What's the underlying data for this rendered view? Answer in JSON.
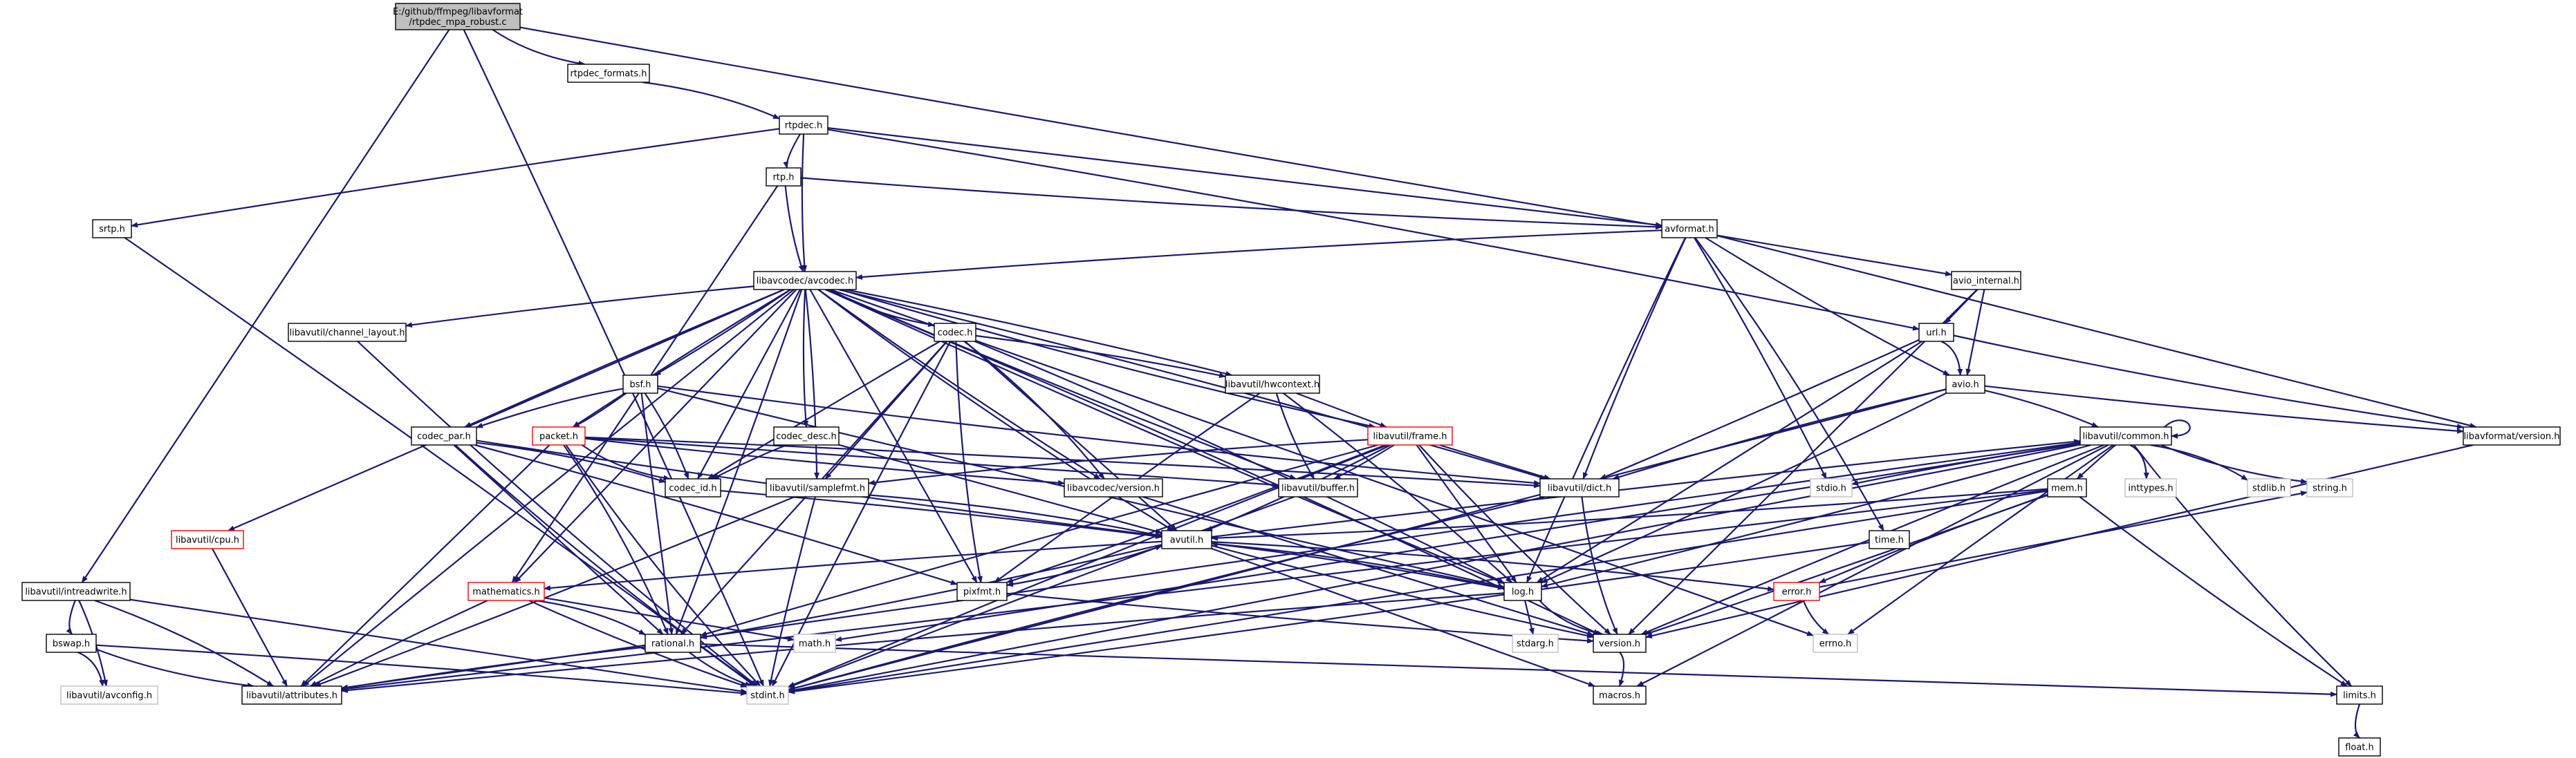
{
  "title": "",
  "colors": {
    "edge": "#191970",
    "node_border_normal": "#000000",
    "node_border_truncated": "#ff0000",
    "node_border_external": "#bfbfbf",
    "root_fill": "#bfbfbf",
    "node_fill": "#ffffff"
  },
  "nodes": [
    {
      "id": "root",
      "label": [
        "E:/github/ffmpeg/libavformat",
        "/rtpdec_mpa_robust.c"
      ],
      "kind": "root"
    },
    {
      "id": "rtpdec_formats",
      "label": [
        "rtpdec_formats.h"
      ],
      "kind": "normal"
    },
    {
      "id": "rtpdec",
      "label": [
        "rtpdec.h"
      ],
      "kind": "normal"
    },
    {
      "id": "rtp",
      "label": [
        "rtp.h"
      ],
      "kind": "normal"
    },
    {
      "id": "srtp",
      "label": [
        "srtp.h"
      ],
      "kind": "normal"
    },
    {
      "id": "avformat",
      "label": [
        "avformat.h"
      ],
      "kind": "normal"
    },
    {
      "id": "avio_internal",
      "label": [
        "avio_internal.h"
      ],
      "kind": "normal"
    },
    {
      "id": "avcodec",
      "label": [
        "libavcodec/avcodec.h"
      ],
      "kind": "normal"
    },
    {
      "id": "channel_layout",
      "label": [
        "libavutil/channel_layout.h"
      ],
      "kind": "normal"
    },
    {
      "id": "codec",
      "label": [
        "codec.h"
      ],
      "kind": "normal"
    },
    {
      "id": "bsf",
      "label": [
        "bsf.h"
      ],
      "kind": "normal"
    },
    {
      "id": "hwcontext",
      "label": [
        "libavutil/hwcontext.h"
      ],
      "kind": "normal"
    },
    {
      "id": "url",
      "label": [
        "url.h"
      ],
      "kind": "normal"
    },
    {
      "id": "avio",
      "label": [
        "avio.h"
      ],
      "kind": "normal"
    },
    {
      "id": "codec_par",
      "label": [
        "codec_par.h"
      ],
      "kind": "normal"
    },
    {
      "id": "packet",
      "label": [
        "packet.h"
      ],
      "kind": "truncated"
    },
    {
      "id": "codec_desc",
      "label": [
        "codec_desc.h"
      ],
      "kind": "normal"
    },
    {
      "id": "frame",
      "label": [
        "libavutil/frame.h"
      ],
      "kind": "truncated"
    },
    {
      "id": "common",
      "label": [
        "libavutil/common.h"
      ],
      "kind": "normal"
    },
    {
      "id": "lavf_version",
      "label": [
        "libavformat/version.h"
      ],
      "kind": "normal"
    },
    {
      "id": "codec_id",
      "label": [
        "codec_id.h"
      ],
      "kind": "normal"
    },
    {
      "id": "samplefmt",
      "label": [
        "libavutil/samplefmt.h"
      ],
      "kind": "normal"
    },
    {
      "id": "lavc_version",
      "label": [
        "libavcodec/version.h"
      ],
      "kind": "normal"
    },
    {
      "id": "buffer",
      "label": [
        "libavutil/buffer.h"
      ],
      "kind": "normal"
    },
    {
      "id": "dict",
      "label": [
        "libavutil/dict.h"
      ],
      "kind": "normal"
    },
    {
      "id": "stdio",
      "label": [
        "stdio.h"
      ],
      "kind": "external"
    },
    {
      "id": "mem",
      "label": [
        "mem.h"
      ],
      "kind": "normal"
    },
    {
      "id": "inttypes",
      "label": [
        "inttypes.h"
      ],
      "kind": "external"
    },
    {
      "id": "stdlib",
      "label": [
        "stdlib.h"
      ],
      "kind": "external"
    },
    {
      "id": "string",
      "label": [
        "string.h"
      ],
      "kind": "external"
    },
    {
      "id": "cpu",
      "label": [
        "libavutil/cpu.h"
      ],
      "kind": "truncated"
    },
    {
      "id": "avutil",
      "label": [
        "avutil.h"
      ],
      "kind": "normal"
    },
    {
      "id": "time",
      "label": [
        "time.h"
      ],
      "kind": "normal"
    },
    {
      "id": "intreadwrite",
      "label": [
        "libavutil/intreadwrite.h"
      ],
      "kind": "normal"
    },
    {
      "id": "mathematics",
      "label": [
        "mathematics.h"
      ],
      "kind": "truncated"
    },
    {
      "id": "pixfmt",
      "label": [
        "pixfmt.h"
      ],
      "kind": "normal"
    },
    {
      "id": "log",
      "label": [
        "log.h"
      ],
      "kind": "normal"
    },
    {
      "id": "error",
      "label": [
        "error.h"
      ],
      "kind": "truncated"
    },
    {
      "id": "bswap",
      "label": [
        "bswap.h"
      ],
      "kind": "normal"
    },
    {
      "id": "rational",
      "label": [
        "rational.h"
      ],
      "kind": "normal"
    },
    {
      "id": "math",
      "label": [
        "math.h"
      ],
      "kind": "external"
    },
    {
      "id": "stdarg",
      "label": [
        "stdarg.h"
      ],
      "kind": "external"
    },
    {
      "id": "version",
      "label": [
        "version.h"
      ],
      "kind": "normal"
    },
    {
      "id": "errno",
      "label": [
        "errno.h"
      ],
      "kind": "external"
    },
    {
      "id": "avconfig",
      "label": [
        "libavutil/avconfig.h"
      ],
      "kind": "external"
    },
    {
      "id": "attributes",
      "label": [
        "libavutil/attributes.h"
      ],
      "kind": "normal"
    },
    {
      "id": "stdint",
      "label": [
        "stdint.h"
      ],
      "kind": "external"
    },
    {
      "id": "macros",
      "label": [
        "macros.h"
      ],
      "kind": "normal"
    },
    {
      "id": "limits",
      "label": [
        "limits.h"
      ],
      "kind": "normal"
    },
    {
      "id": "float",
      "label": [
        "float.h"
      ],
      "kind": "normal"
    }
  ],
  "edges": [
    [
      "root",
      "rtpdec_formats"
    ],
    [
      "root",
      "avio_internal"
    ],
    [
      "root",
      "intreadwrite"
    ],
    [
      "root",
      "stdint"
    ],
    [
      "rtpdec_formats",
      "rtpdec"
    ],
    [
      "rtpdec",
      "rtp"
    ],
    [
      "rtpdec",
      "avcodec"
    ],
    [
      "rtpdec",
      "avformat"
    ],
    [
      "rtpdec",
      "srtp"
    ],
    [
      "rtpdec",
      "url"
    ],
    [
      "rtp",
      "avformat"
    ],
    [
      "rtp",
      "avcodec"
    ],
    [
      "rtp",
      "mathematics"
    ],
    [
      "srtp",
      "stdint"
    ],
    [
      "avformat",
      "avcodec"
    ],
    [
      "avformat",
      "dict"
    ],
    [
      "avformat",
      "avio"
    ],
    [
      "avformat",
      "lavf_version"
    ],
    [
      "avformat",
      "stdio"
    ],
    [
      "avformat",
      "time"
    ],
    [
      "avformat",
      "log"
    ],
    [
      "avio_internal",
      "url"
    ],
    [
      "avio_internal",
      "avio"
    ],
    [
      "avio_internal",
      "version"
    ],
    [
      "url",
      "avio"
    ],
    [
      "url",
      "lavf_version"
    ],
    [
      "url",
      "dict"
    ],
    [
      "url",
      "log"
    ],
    [
      "avio",
      "common"
    ],
    [
      "avio",
      "dict"
    ],
    [
      "avio",
      "log"
    ],
    [
      "avio",
      "lavf_version"
    ],
    [
      "avio",
      "stdint"
    ],
    [
      "avcodec",
      "samplefmt"
    ],
    [
      "avcodec",
      "attributes"
    ],
    [
      "avcodec",
      "avutil"
    ],
    [
      "avcodec",
      "buffer"
    ],
    [
      "avcodec",
      "cpu"
    ],
    [
      "avcodec",
      "channel_layout"
    ],
    [
      "avcodec",
      "dict"
    ],
    [
      "avcodec",
      "frame"
    ],
    [
      "avcodec",
      "log"
    ],
    [
      "avcodec",
      "pixfmt"
    ],
    [
      "avcodec",
      "rational"
    ],
    [
      "avcodec",
      "version"
    ],
    [
      "avcodec",
      "codec"
    ],
    [
      "avcodec",
      "codec_desc"
    ],
    [
      "avcodec",
      "codec_id"
    ],
    [
      "avcodec",
      "codec_par"
    ],
    [
      "avcodec",
      "packet"
    ],
    [
      "avcodec",
      "bsf"
    ],
    [
      "avcodec",
      "lavc_version"
    ],
    [
      "avcodec",
      "errno"
    ],
    [
      "avcodec",
      "hwcontext"
    ],
    [
      "avcodec",
      "mathematics"
    ],
    [
      "channel_layout",
      "stdint"
    ],
    [
      "codec",
      "stdint"
    ],
    [
      "codec",
      "avutil"
    ],
    [
      "codec",
      "hwcontext"
    ],
    [
      "codec",
      "log"
    ],
    [
      "codec",
      "pixfmt"
    ],
    [
      "codec",
      "rational"
    ],
    [
      "codec",
      "samplefmt"
    ],
    [
      "codec",
      "codec_id"
    ],
    [
      "codec",
      "lavc_version"
    ],
    [
      "bsf",
      "dict"
    ],
    [
      "bsf",
      "log"
    ],
    [
      "bsf",
      "rational"
    ],
    [
      "bsf",
      "codec_id"
    ],
    [
      "bsf",
      "codec_par"
    ],
    [
      "bsf",
      "packet"
    ],
    [
      "hwcontext",
      "buffer"
    ],
    [
      "hwcontext",
      "frame"
    ],
    [
      "hwcontext",
      "log"
    ],
    [
      "hwcontext",
      "pixfmt"
    ],
    [
      "codec_par",
      "stdint"
    ],
    [
      "codec_par",
      "avutil"
    ],
    [
      "codec_par",
      "rational"
    ],
    [
      "codec_par",
      "pixfmt"
    ],
    [
      "codec_par",
      "codec_id"
    ],
    [
      "packet",
      "stdint"
    ],
    [
      "packet",
      "attributes"
    ],
    [
      "packet",
      "buffer"
    ],
    [
      "packet",
      "dict"
    ],
    [
      "packet",
      "rational"
    ],
    [
      "packet",
      "codec_id"
    ],
    [
      "packet",
      "lavc_version"
    ],
    [
      "codec_desc",
      "avutil"
    ],
    [
      "codec_desc",
      "codec_id"
    ],
    [
      "frame",
      "stdint"
    ],
    [
      "frame",
      "avutil"
    ],
    [
      "frame",
      "buffer"
    ],
    [
      "frame",
      "dict"
    ],
    [
      "frame",
      "rational"
    ],
    [
      "frame",
      "samplefmt"
    ],
    [
      "frame",
      "pixfmt"
    ],
    [
      "frame",
      "version"
    ],
    [
      "frame",
      "log"
    ],
    [
      "common",
      "errno"
    ],
    [
      "common",
      "inttypes"
    ],
    [
      "common",
      "limits"
    ],
    [
      "common",
      "math"
    ],
    [
      "common",
      "stdint"
    ],
    [
      "common",
      "stdio"
    ],
    [
      "common",
      "stdlib"
    ],
    [
      "common",
      "string"
    ],
    [
      "common",
      "attributes"
    ],
    [
      "common",
      "macros"
    ],
    [
      "common",
      "version"
    ],
    [
      "common",
      "mem"
    ],
    [
      "common",
      "common"
    ],
    [
      "common",
      "log"
    ],
    [
      "lavf_version",
      "version"
    ],
    [
      "codec_id",
      "avutil"
    ],
    [
      "samplefmt",
      "avutil"
    ],
    [
      "samplefmt",
      "attributes"
    ],
    [
      "samplefmt",
      "stdint"
    ],
    [
      "lavc_version",
      "version"
    ],
    [
      "buffer",
      "stdint"
    ],
    [
      "dict",
      "stdint"
    ],
    [
      "dict",
      "version"
    ],
    [
      "mem",
      "limits"
    ],
    [
      "mem",
      "stdint"
    ],
    [
      "mem",
      "attributes"
    ],
    [
      "mem",
      "error"
    ],
    [
      "mem",
      "avutil"
    ],
    [
      "mem",
      "version"
    ],
    [
      "cpu",
      "attributes"
    ],
    [
      "avutil",
      "common"
    ],
    [
      "avutil",
      "error"
    ],
    [
      "avutil",
      "rational"
    ],
    [
      "avutil",
      "version"
    ],
    [
      "avutil",
      "macros"
    ],
    [
      "avutil",
      "mathematics"
    ],
    [
      "avutil",
      "log"
    ],
    [
      "avutil",
      "pixfmt"
    ],
    [
      "time",
      "stdint"
    ],
    [
      "intreadwrite",
      "stdint"
    ],
    [
      "intreadwrite",
      "avconfig"
    ],
    [
      "intreadwrite",
      "attributes"
    ],
    [
      "intreadwrite",
      "bswap"
    ],
    [
      "mathematics",
      "stdint"
    ],
    [
      "mathematics",
      "math"
    ],
    [
      "mathematics",
      "attributes"
    ],
    [
      "mathematics",
      "rational"
    ],
    [
      "mathematics",
      "intfloat"
    ],
    [
      "pixfmt",
      "avutil"
    ],
    [
      "pixfmt",
      "version"
    ],
    [
      "log",
      "stdarg"
    ],
    [
      "log",
      "avutil"
    ],
    [
      "log",
      "attributes"
    ],
    [
      "log",
      "version"
    ],
    [
      "error",
      "errno"
    ],
    [
      "error",
      "string"
    ],
    [
      "bswap",
      "stdint"
    ],
    [
      "bswap",
      "avconfig"
    ],
    [
      "bswap",
      "attributes"
    ],
    [
      "rational",
      "stdint"
    ],
    [
      "rational",
      "limits"
    ],
    [
      "rational",
      "attributes"
    ],
    [
      "version",
      "macros"
    ],
    [
      "limits",
      "float"
    ]
  ]
}
